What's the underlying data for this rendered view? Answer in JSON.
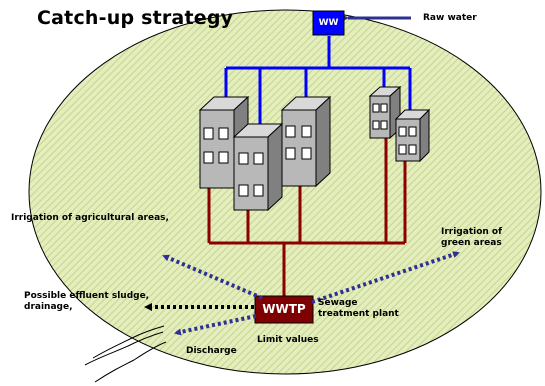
{
  "title": "Catch-up strategy",
  "ww_box": {
    "label": "WW",
    "fill": "#0000ff"
  },
  "raw_water": "Raw water",
  "wwtp_box": {
    "label": "WWTP",
    "fill": "#7f0000"
  },
  "labels": {
    "sewage_plant": "Sewage\ntreatment plant",
    "irrigation_agri": "Irrigation of agricultural areas,",
    "irrigation_green": "Irrigation of\ngreen areas",
    "sludge": "Possible effluent sludge,\ndrainage,",
    "discharge": "Discharge",
    "limit_values": "Limit values"
  },
  "colors": {
    "area_fill": "#e3edbe",
    "area_hatch": "#c6d68a",
    "supply_pipe": "#0000ff",
    "sewer_pipe": "#8b0000",
    "dotted_arrow": "#2e3192",
    "building_front": "#b8b8b8",
    "building_side": "#808080",
    "building_top": "#d9d9d9"
  }
}
